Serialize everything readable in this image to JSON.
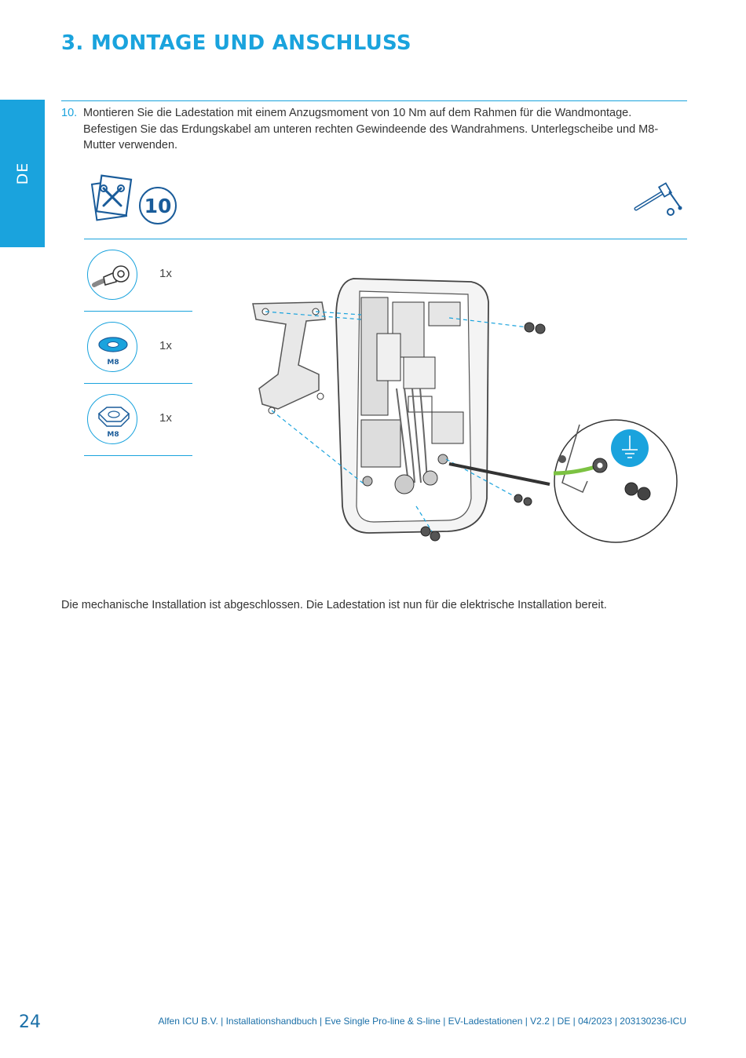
{
  "header": {
    "title": "3. MONTAGE UND ANSCHLUSS"
  },
  "side_tab": {
    "label": "DE"
  },
  "step": {
    "number": "10.",
    "text": "Montieren Sie die Ladestation mit einem Anzugsmoment von 10 Nm auf dem Rahmen für die Wandmontage. Befestigen Sie das Erdungskabel am unteren rechten Gewindeende des Wandrahmens. Unterlegscheibe und M8-Mutter verwenden.",
    "badge": "10"
  },
  "parts": [
    {
      "icon": "ring-terminal-icon",
      "qty": "1x",
      "label": ""
    },
    {
      "icon": "washer-icon",
      "qty": "1x",
      "label": "M8"
    },
    {
      "icon": "nut-icon",
      "qty": "1x",
      "label": "M8"
    }
  ],
  "closing_text": "Die mechanische Installation ist abgeschlossen. Die Ladestation ist nun für die elektrische Installation bereit.",
  "footer": {
    "page_number": "24",
    "text": "Alfen ICU B.V. | Installationshandbuch | Eve Single Pro-line & S-line | EV-Ladestationen  | V2.2 | DE | 04/2023 | 203130236-ICU"
  },
  "colors": {
    "accent": "#1aa3dd",
    "dark_blue": "#1a6fa8"
  }
}
